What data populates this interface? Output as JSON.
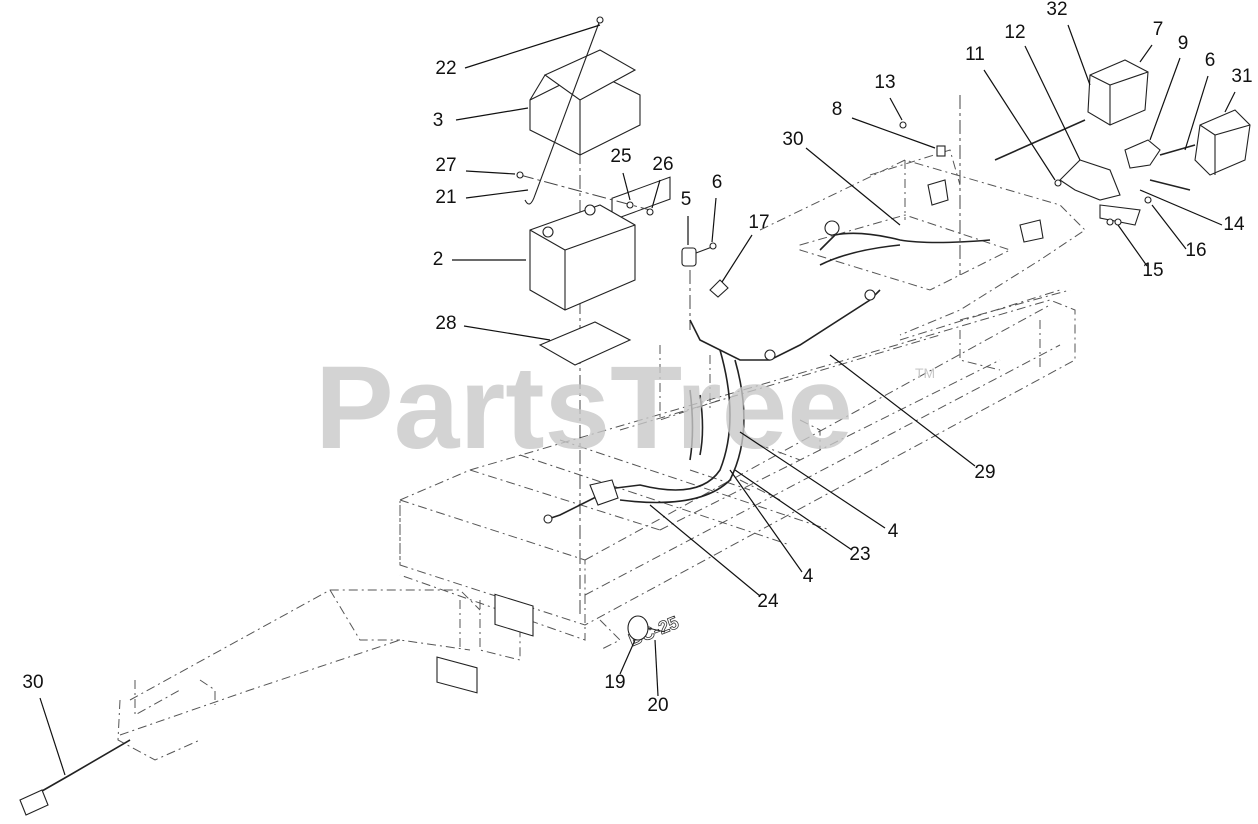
{
  "watermark": {
    "text": "PartsTree",
    "trademark": "TM"
  },
  "frame_decal": "BC-25",
  "callouts": [
    {
      "id": "c1",
      "label": "22"
    },
    {
      "id": "c2",
      "label": "3"
    },
    {
      "id": "c3",
      "label": "27"
    },
    {
      "id": "c4",
      "label": "21"
    },
    {
      "id": "c5",
      "label": "25"
    },
    {
      "id": "c6",
      "label": "26"
    },
    {
      "id": "c7",
      "label": "2"
    },
    {
      "id": "c8",
      "label": "28"
    },
    {
      "id": "c9",
      "label": "5"
    },
    {
      "id": "c10",
      "label": "6"
    },
    {
      "id": "c11",
      "label": "17"
    },
    {
      "id": "c12",
      "label": "30"
    },
    {
      "id": "c13",
      "label": "8"
    },
    {
      "id": "c14",
      "label": "13"
    },
    {
      "id": "c15",
      "label": "11"
    },
    {
      "id": "c16",
      "label": "12"
    },
    {
      "id": "c17",
      "label": "32"
    },
    {
      "id": "c18",
      "label": "7"
    },
    {
      "id": "c19",
      "label": "9"
    },
    {
      "id": "c20",
      "label": "6"
    },
    {
      "id": "c21",
      "label": "31"
    },
    {
      "id": "c22",
      "label": "14"
    },
    {
      "id": "c23",
      "label": "16"
    },
    {
      "id": "c24",
      "label": "15"
    },
    {
      "id": "c25",
      "label": "29"
    },
    {
      "id": "c26",
      "label": "4"
    },
    {
      "id": "c27",
      "label": "23"
    },
    {
      "id": "c28",
      "label": "4"
    },
    {
      "id": "c29",
      "label": "24"
    },
    {
      "id": "c30",
      "label": "19"
    },
    {
      "id": "c31",
      "label": "20"
    },
    {
      "id": "c32",
      "label": "30"
    }
  ]
}
